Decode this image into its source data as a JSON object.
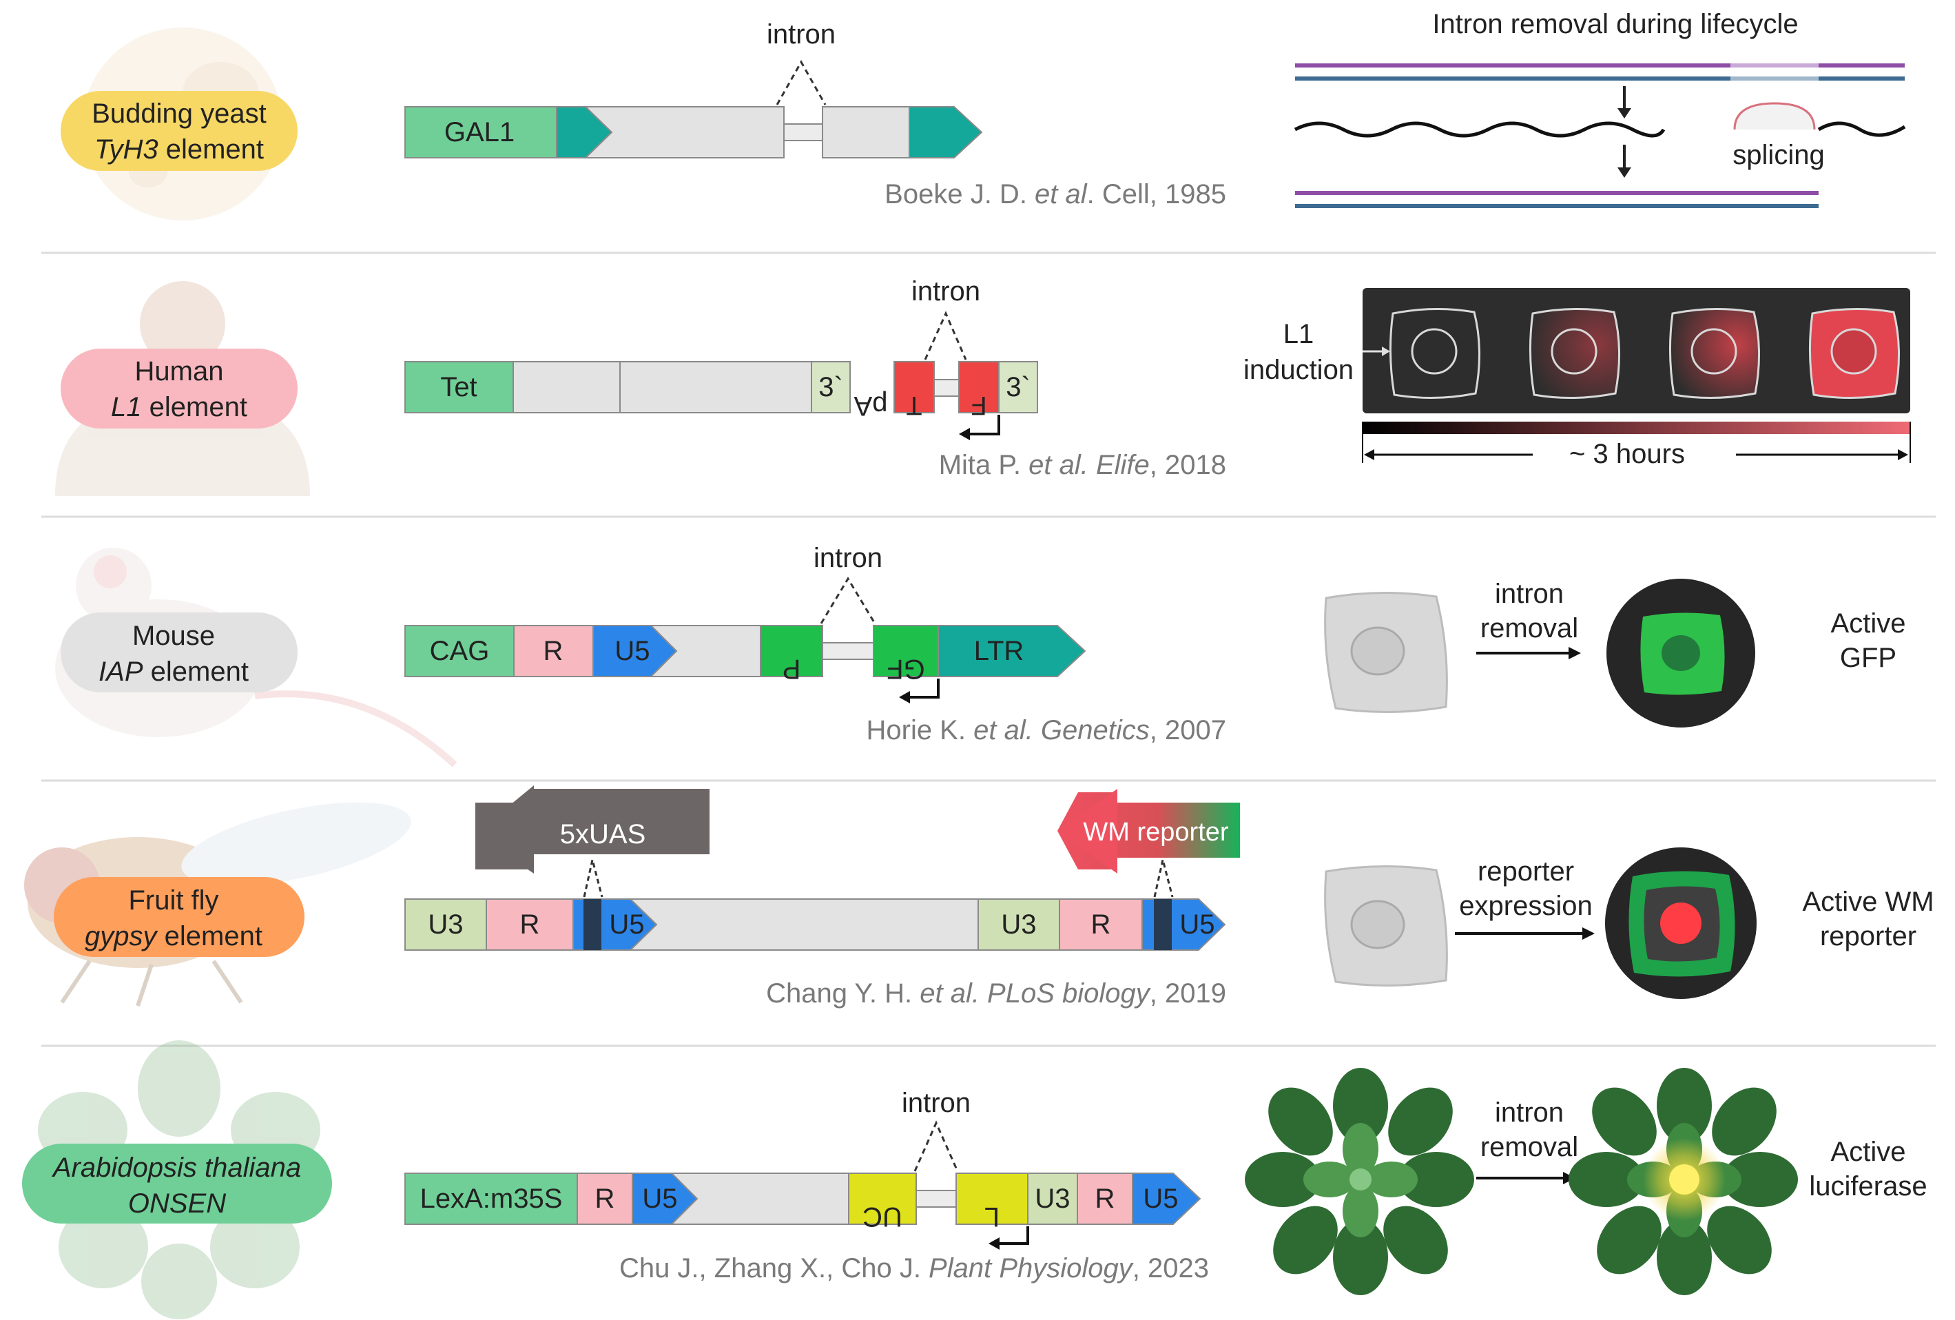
{
  "colors": {
    "tet_green": "#6fcf97",
    "teal": "#14a89a",
    "gray_box": "#e3e3e3",
    "pink": "#f7b8c0",
    "blue": "#2c86ea",
    "u3_green": "#cfe1b4",
    "red": "#ef4444",
    "yellow": "#dfe21a",
    "bright_green": "#1fbf4c",
    "navy": "#263a52",
    "arrow_gray": "#6d6666"
  },
  "rows": [
    {
      "organism": {
        "line1": "Budding yeast",
        "line2": "TyH3",
        "line3": " element"
      },
      "blocks": {
        "gal1": "GAL1"
      },
      "intron": "intron",
      "citation": {
        "authors": "Boeke J. D. ",
        "etal": "et al",
        "rest": ". Cell, 1985"
      },
      "right": {
        "title": "Intron removal during lifecycle",
        "splicing": "splicing"
      }
    },
    {
      "organism": {
        "line1": "Human",
        "line2": "L1",
        "line3": " element"
      },
      "blocks": {
        "tet": "Tet",
        "three_prime": "3`",
        "pa": "pA",
        "t": "T",
        "f": "F"
      },
      "intron": "intron",
      "citation": {
        "authors": "Mita P. ",
        "etal": "et al. Elife",
        "rest": ", 2018"
      },
      "right": {
        "induction_1": "L1",
        "induction_2": "induction",
        "hours": "~ 3 hours"
      }
    },
    {
      "organism": {
        "line1": "Mouse",
        "line2": "IAP",
        "line3": " element"
      },
      "blocks": {
        "cag": "CAG",
        "r": "R",
        "u5": "U5",
        "p": "P",
        "gf": "GF",
        "ltr": "LTR"
      },
      "intron": "intron",
      "citation": {
        "authors": "Horie K. ",
        "etal": "et al. Genetics",
        "rest": ", 2007"
      },
      "right": {
        "step_1": "intron",
        "step_2": "removal",
        "result_1": "Active",
        "result_2": "GFP"
      }
    },
    {
      "organism": {
        "line1": "Fruit fly",
        "line2": "gypsy",
        "line3": " element"
      },
      "blocks": {
        "uas": "5xUAS",
        "wm": "WM reporter",
        "u3": "U3",
        "r": "R",
        "u5": "U5"
      },
      "citation": {
        "authors": "Chang Y. H. ",
        "etal": "et al. PLoS biology",
        "rest": ", 2019"
      },
      "right": {
        "step_1": "reporter",
        "step_2": "expression",
        "result_1": "Active WM",
        "result_2": "reporter"
      }
    },
    {
      "organism": {
        "line1": "Arabidopsis thaliana",
        "line2": "ONSEN"
      },
      "blocks": {
        "lexa": "LexA:m35S",
        "r": "R",
        "u5": "U5",
        "uc": "UC",
        "l": "L",
        "u3": "U3"
      },
      "intron": "intron",
      "citation": {
        "authors": "Chu J., Zhang X., Cho J. ",
        "etal": "Plant Physiology",
        "rest": ", 2023"
      },
      "right": {
        "step_1": "intron",
        "step_2": "removal",
        "result_1": "Active",
        "result_2": "luciferase"
      }
    }
  ]
}
